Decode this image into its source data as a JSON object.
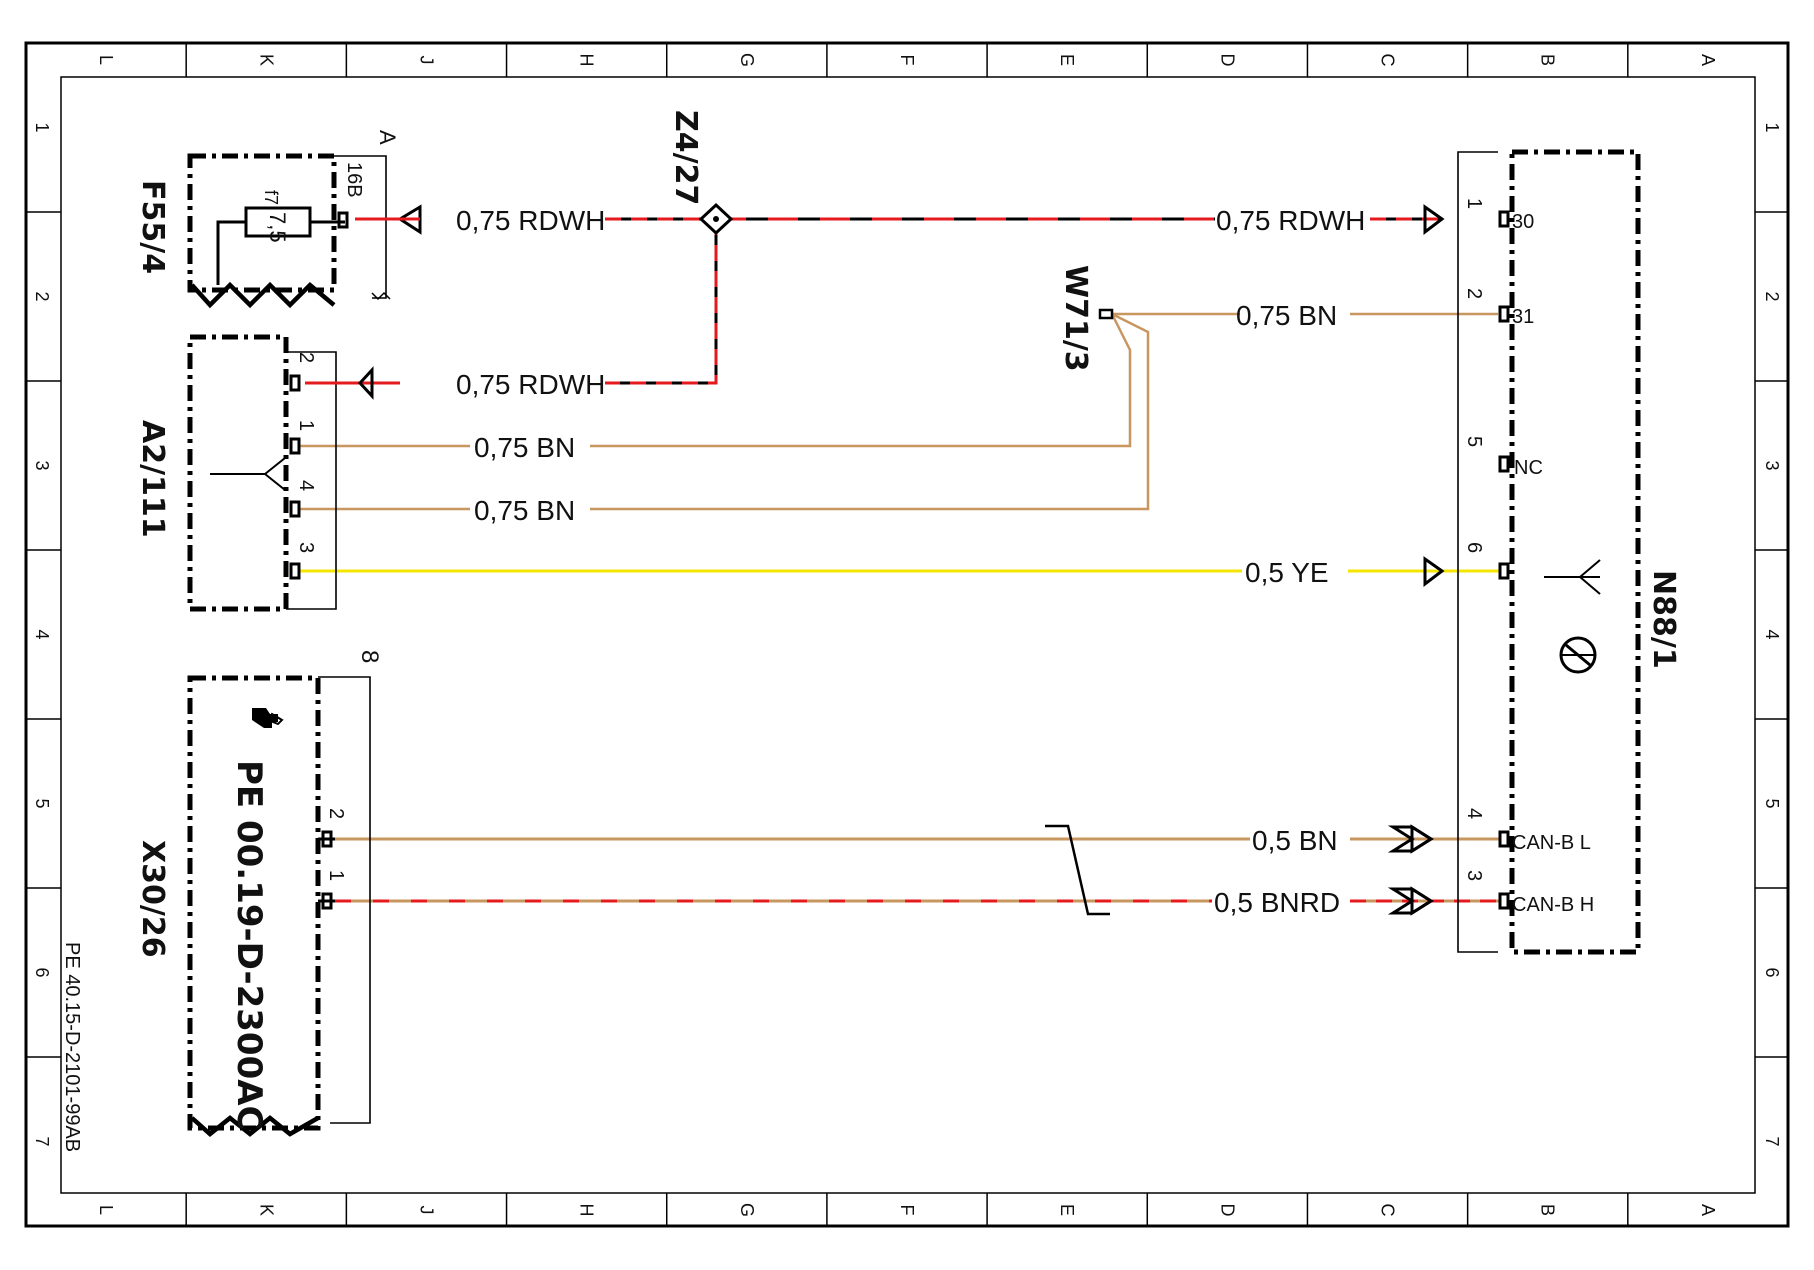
{
  "colors": {
    "red": "#e41a1c",
    "black": "#000000",
    "brown": "#c8965f",
    "yellow": "#f3e600",
    "background": "#ffffff"
  },
  "grid": {
    "columns": [
      "L",
      "K",
      "J",
      "H",
      "G",
      "F",
      "E",
      "D",
      "C",
      "B",
      "A"
    ],
    "rows": [
      "1",
      "2",
      "3",
      "4",
      "5",
      "6",
      "7"
    ]
  },
  "components": {
    "f55_4": {
      "name": "F55/4",
      "fuse_label": "f7",
      "fuse_value": "7,5",
      "pin": "16B",
      "ref": "A"
    },
    "z4_27": {
      "name": "Z4/27"
    },
    "w71_3": {
      "name": "W71/3"
    },
    "a2_111": {
      "name": "A2/111",
      "pins": [
        "2",
        "1",
        "4",
        "3"
      ]
    },
    "x30_26": {
      "name": "X30/26",
      "note": "PE 00.19-D-2300AC",
      "pins": [
        "2",
        "1"
      ],
      "ref": "8"
    },
    "n88_1": {
      "name": "N88/1",
      "pins": [
        {
          "num": "1",
          "label": "30"
        },
        {
          "num": "2",
          "label": "31"
        },
        {
          "num": "5",
          "label": "NC"
        },
        {
          "num": "6",
          "label": ""
        },
        {
          "num": "4",
          "label": "CAN-B L"
        },
        {
          "num": "3",
          "label": "CAN-B H"
        }
      ]
    }
  },
  "wires": {
    "w_f55_z4": "0,75 RDWH",
    "w_z4_n88": "0,75 RDWH",
    "w_w71_n88": "0,75 BN",
    "w_z4_a2": "0,75 RDWH",
    "w_a2_1": "0,75 BN",
    "w_a2_4": "0,75 BN",
    "w_a2_3": "0,5 YE",
    "w_x30_2": "0,5 BN",
    "w_x30_1": "0,5 BNRD"
  },
  "doc_id": "PE 40.15-D-2101-99AB"
}
